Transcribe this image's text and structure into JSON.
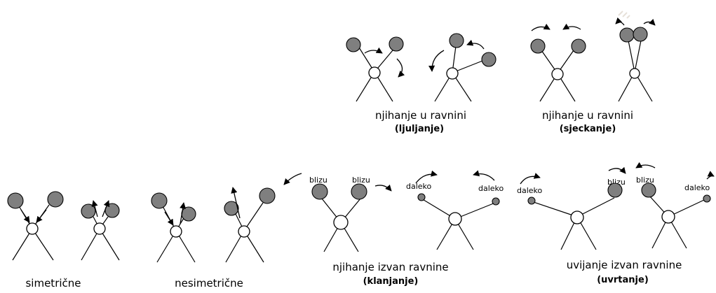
{
  "colors": {
    "atom_fill": "#7f7f7f",
    "line": "#000000",
    "background": "#ffffff",
    "center_fill": "#ffffff"
  },
  "captions": {
    "rocking_title": "njihanje u ravnini",
    "rocking_sub": "(ljuljanje)",
    "scissoring_title": "njihanje u ravnini",
    "scissoring_sub": "(sjeckanje)",
    "symmetric": "simetrične",
    "asymmetric": "nesimetrične",
    "wagging_title": "njihanje izvan ravnine",
    "wagging_sub": "(klanjanje)",
    "twisting_title": "uvijanje izvan ravnine",
    "twisting_sub": "(uvrtanje)"
  },
  "labels": {
    "near": "blizu",
    "far": "daleko"
  }
}
